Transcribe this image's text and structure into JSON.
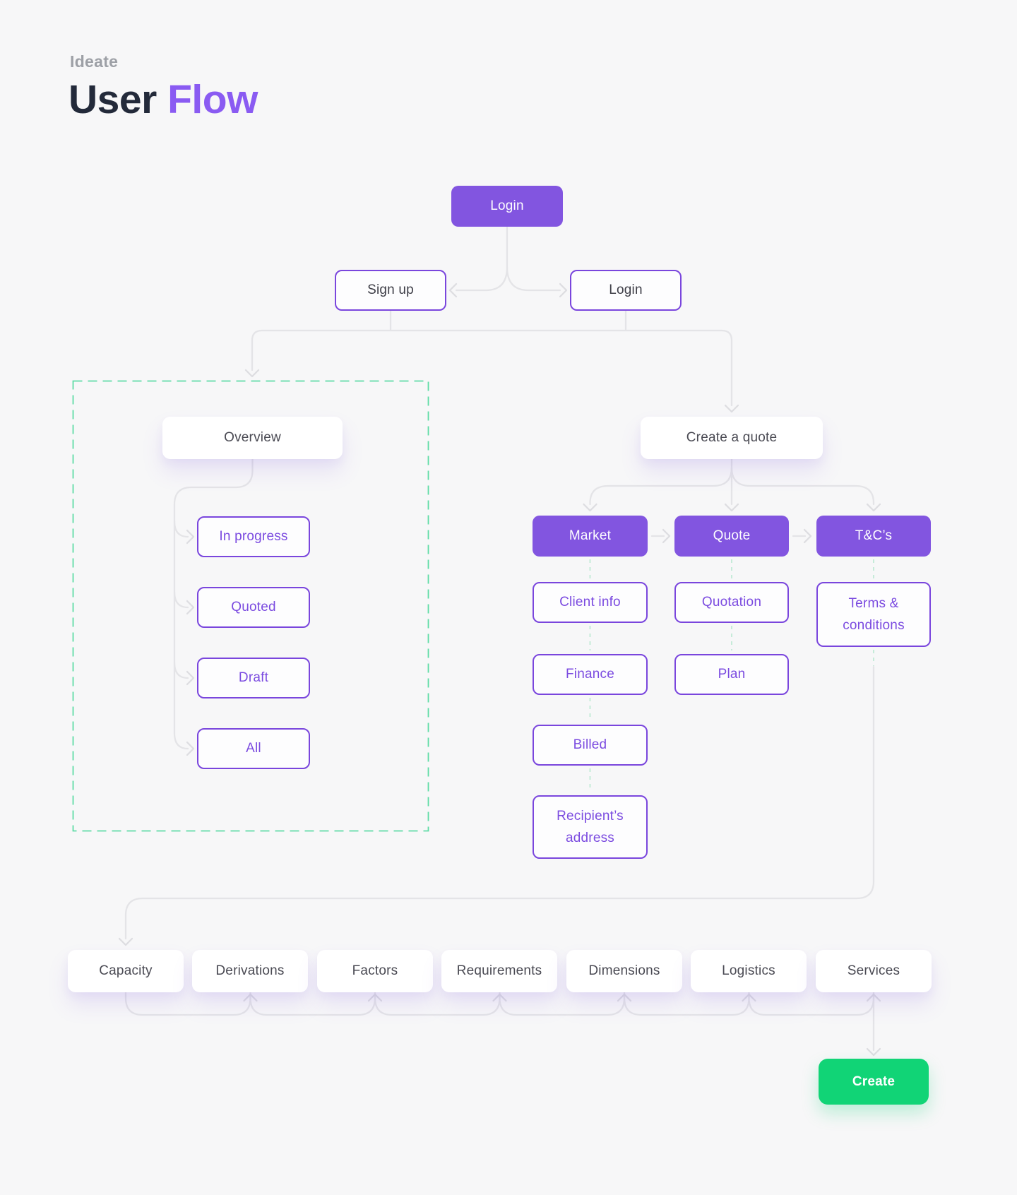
{
  "header": {
    "eyebrow": "Ideate",
    "title_primary": "User",
    "title_accent": "Flow"
  },
  "nodes": {
    "login_top": "Login",
    "sign_up": "Sign up",
    "login": "Login",
    "overview": "Overview",
    "in_progress": "In progress",
    "quoted": "Quoted",
    "draft": "Draft",
    "all": "All",
    "create_a_quote": "Create a quote",
    "market": "Market",
    "quote": "Quote",
    "tcs": "T&C’s",
    "client_info": "Client info",
    "finance": "Finance",
    "billed": "Billed",
    "recipients_address": "Recipient’s address",
    "quotation": "Quotation",
    "plan": "Plan",
    "terms_conditions": "Terms & conditions",
    "capacity": "Capacity",
    "derivations": "Derivations",
    "factors": "Factors",
    "requirements": "Requirements",
    "dimensions": "Dimensions",
    "logistics": "Logistics",
    "services": "Services",
    "create": "Create"
  },
  "colors": {
    "purple_fill": "#8255e0",
    "purple_border": "#7a46dd",
    "purple_text": "#7b4be0",
    "title_dark": "#232a3a",
    "title_accent": "#8a5bf2",
    "eyebrow_gray": "#9da0a6",
    "green": "#11d476",
    "connector_gray": "#e4e4e7",
    "dashed_mint": "#5fdca6",
    "dashed_mint_light": "#c6ebd9"
  }
}
